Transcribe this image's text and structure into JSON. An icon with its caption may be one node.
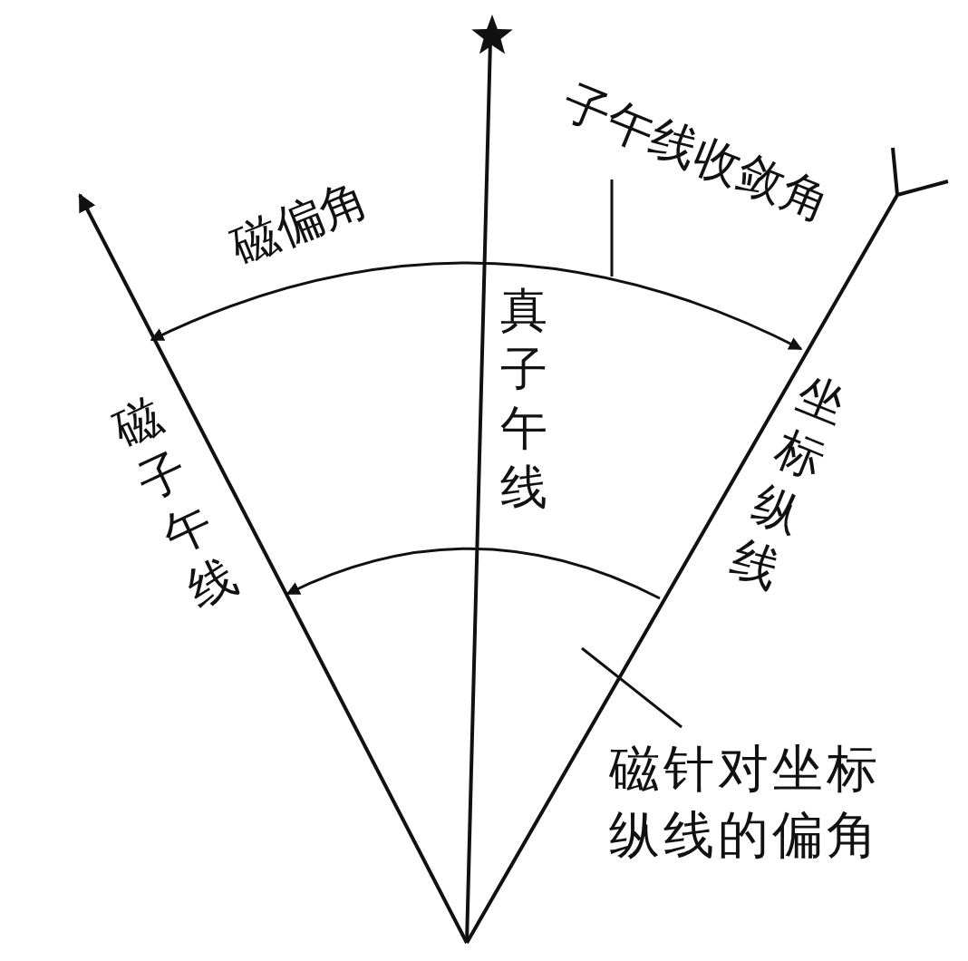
{
  "diagram": {
    "nodes": [
      {
        "text": [
          "子午线收敛角"
        ]
      },
      {
        "text": [
          "磁针对坐标纵线的偏角"
        ]
      }
    ],
    "edges": [
      {
        "from": 0,
        "to": null,
        "arrow": "none"
      },
      {
        "from": 1,
        "to": null,
        "arrow": "none"
      }
    ],
    "labels": [
      "磁偏角",
      "真子午线",
      "磁子午线",
      "坐标纵线"
    ]
  }
}
